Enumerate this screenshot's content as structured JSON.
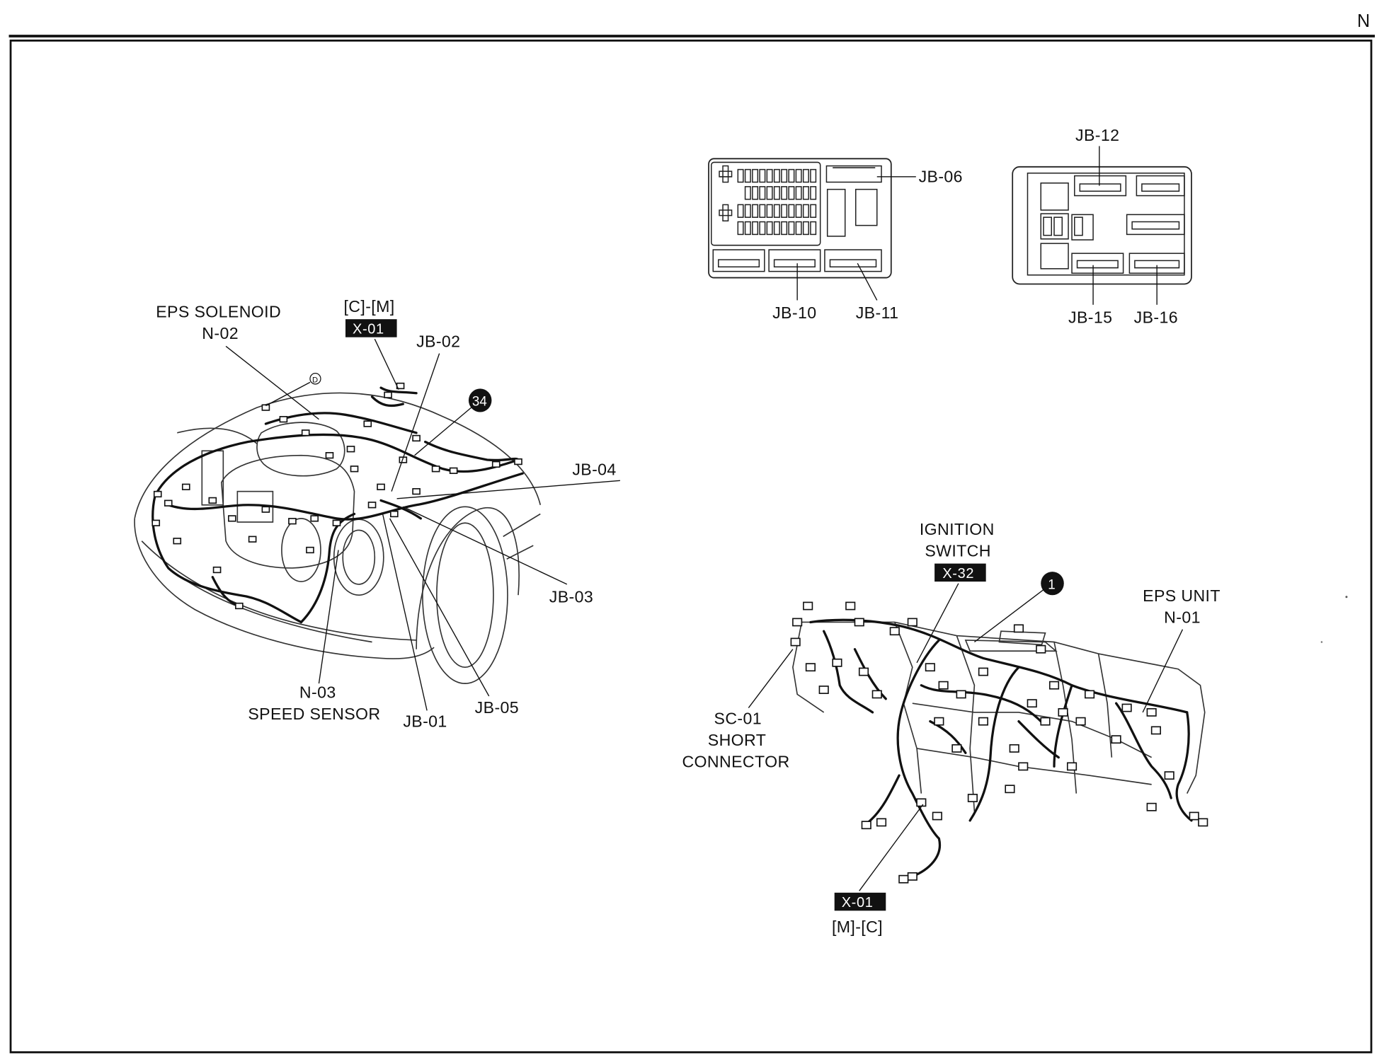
{
  "header": {
    "section_letter": "N"
  },
  "fuse_box_left": {
    "labels": [
      "JB-06",
      "JB-10",
      "JB-11"
    ]
  },
  "fuse_box_right": {
    "labels": [
      "JB-12",
      "JB-15",
      "JB-16"
    ]
  },
  "engine_bay": {
    "eps_solenoid": {
      "line1": "EPS SOLENOID",
      "line2": "N-02"
    },
    "x01_top": {
      "bracket": "[C]-[M]",
      "tag": "X-01"
    },
    "jb02": "JB-02",
    "badge_34": "34",
    "small_d": "D",
    "jb04": "JB-04",
    "jb03": "JB-03",
    "jb05": "JB-05",
    "jb01": "JB-01",
    "speed_sensor": {
      "line1": "N-03",
      "line2": "SPEED SENSOR"
    }
  },
  "dashboard": {
    "ignition": {
      "line1": "IGNITION",
      "line2": "SWITCH",
      "tag": "X-32"
    },
    "badge_1": "1",
    "eps_unit": {
      "line1": "EPS UNIT",
      "line2": "N-01"
    },
    "short_connector": {
      "line1": "SC-01",
      "line2": "SHORT",
      "line3": "CONNECTOR"
    },
    "x01_bottom": {
      "tag": "X-01",
      "bracket": "[M]-[C]"
    }
  }
}
